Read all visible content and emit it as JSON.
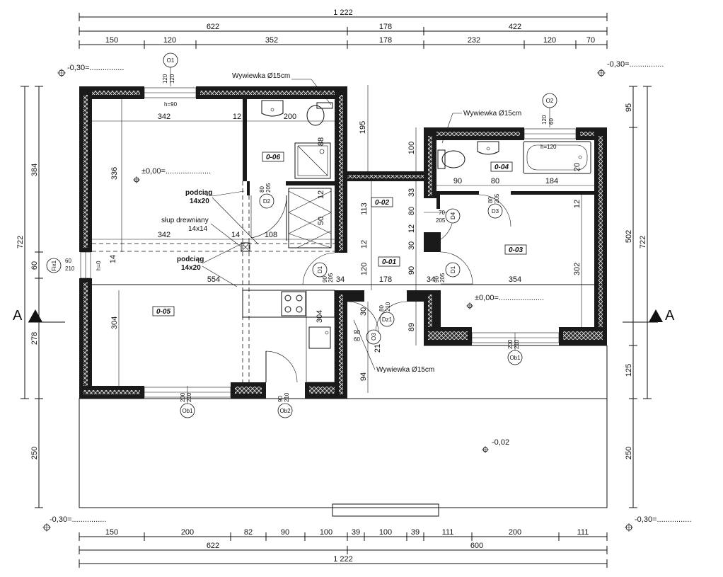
{
  "dims": {
    "top_total": "1 222",
    "top_row2": [
      "622",
      "178",
      "422"
    ],
    "top_row3": [
      "150",
      "120",
      "352",
      "178",
      "232",
      "120",
      "70"
    ],
    "bottom_row1": [
      "150",
      "200",
      "82",
      "90",
      "100",
      "39",
      "100",
      "39",
      "111",
      "200",
      "111"
    ],
    "bottom_row2": [
      "622",
      "600"
    ],
    "bottom_total": "1 222",
    "left_outer": "722",
    "left_inner": [
      "384",
      "60",
      "278",
      "250"
    ],
    "right_outer": "722",
    "right_inner": [
      "95",
      "502",
      "125",
      "250"
    ]
  },
  "levels": {
    "tl": "-0,30=................",
    "tr": "-0,30=................",
    "bl": "-0,30=................",
    "br": "-0,30=................",
    "room05": "±0,00=.....................",
    "room03": "±0,00=.....................",
    "outside": "-0,02"
  },
  "rooms": [
    "0-01",
    "0-02",
    "0-03",
    "0-04",
    "0-05",
    "0-06"
  ],
  "labels": {
    "vent1": "Wywiewka Ø15cm",
    "vent2": "Wywiewka Ø15cm",
    "vent3": "Wywiewka Ø15cm",
    "beam1_a": "podciąg",
    "beam1_b": "14x20",
    "beam2_a": "podciąg",
    "beam2_b": "14x20",
    "post_a": "słup drewniany",
    "post_b": "14x14",
    "section_left": "A",
    "section_right": "A"
  },
  "tags": {
    "O1": "O1",
    "O2": "O2",
    "D1a": "D1",
    "D1b": "D1",
    "D2": "D2",
    "D3": "D3",
    "D4": "D4",
    "Dz1": "Dz1",
    "Ob1a": "Ob1",
    "Ob1b": "Ob1",
    "Ob2": "Ob2",
    "Fix1": "Fix1",
    "O3": "O3"
  },
  "inner_dims": {
    "d342a": "342",
    "d12a": "12",
    "d200": "200",
    "d336": "336",
    "d195": "195",
    "d342b": "342",
    "d14a": "14",
    "d108": "108",
    "d14b": "14",
    "d554": "554",
    "d304a": "304",
    "d304b": "304",
    "d113": "113",
    "d80a": "80",
    "d12b": "12",
    "d33": "33",
    "d12c": "12",
    "d30a": "30",
    "d90a": "90",
    "d120": "120",
    "d34a": "34",
    "d178": "178",
    "d34b": "34",
    "d354": "354",
    "d302": "302",
    "d90b": "90",
    "d80b": "80",
    "d184": "184",
    "d20": "20",
    "d12d": "12",
    "d100": "100",
    "d89": "89",
    "d30b": "30",
    "d21": "21",
    "d94": "94",
    "d88": "88",
    "d12e": "12",
    "d50": "50",
    "d60": "60"
  },
  "small": {
    "o1_1": "120",
    "o1_2": "120",
    "h90": "h=90",
    "o2_1": "120",
    "o2_2": "60",
    "h120": "h=120",
    "fix_60": "60",
    "fix_210": "210",
    "h0": "h=0",
    "ob1_200": "200",
    "ob1_210": "210",
    "ob1b_200": "200",
    "ob1b_210": "210",
    "ob2_90": "90",
    "ob2_210": "210",
    "d2_80": "80",
    "d2_205": "205",
    "d3_80": "80",
    "d3_205": "205",
    "d4_70": "70",
    "d4_205": "205",
    "d1a_90": "90",
    "d1a_205": "205",
    "d1b_90": "90",
    "d1b_205": "205",
    "dz1_80": "80",
    "dz1_210": "210",
    "o3_90": "90",
    "o3_60": "60"
  }
}
